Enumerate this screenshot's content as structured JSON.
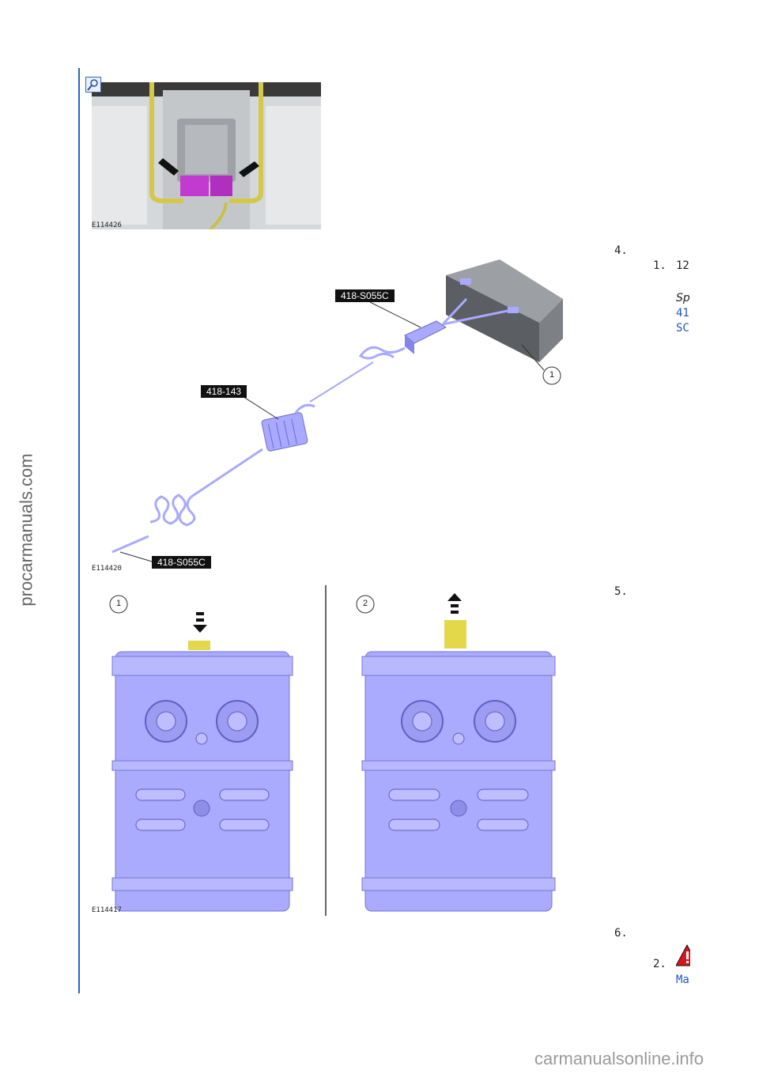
{
  "watermark_side": "procarmanuals.com",
  "watermark_footer": "carmanualsonline.info",
  "figures": {
    "fig1_code": "E114426",
    "fig2_code": "E114420",
    "fig3_code": "E114417",
    "tool_a": "418-S055C",
    "tool_b": "418-143",
    "tool_c": "418-S055C",
    "callout_1": "1",
    "callout_panel_1": "1",
    "callout_panel_2": "2"
  },
  "steps": {
    "s4": "4.",
    "s4_sub1": "1.",
    "s4_sub1_text": "12",
    "s4_italic": "Sp",
    "s4_link1": "41",
    "s4_link2": "SC",
    "s5": "5.",
    "s6": "6.",
    "s6_sub2": "2.",
    "s6_link": "Ma"
  },
  "colors": {
    "rule": "#2a63c4",
    "link": "#1f55c7",
    "tool_blue": "#a9a9ff",
    "connector_magenta": "#c23ad0",
    "harness_yellow": "#d4c84a"
  }
}
